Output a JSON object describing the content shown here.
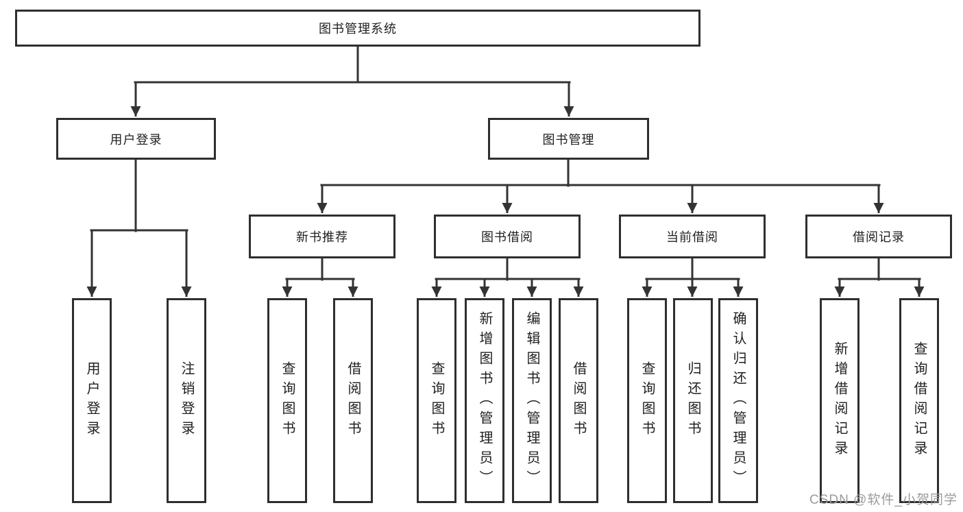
{
  "tree": {
    "label": "图书管理系统",
    "children": [
      {
        "label": "用户登录",
        "children": [
          {
            "label": "用户登录"
          },
          {
            "label": "注销登录"
          }
        ]
      },
      {
        "label": "图书管理",
        "children": [
          {
            "label": "新书推荐",
            "children": [
              {
                "label": "查询图书"
              },
              {
                "label": "借阅图书"
              }
            ]
          },
          {
            "label": "图书借阅",
            "children": [
              {
                "label": "查询图书"
              },
              {
                "label": "新增图书（管理员）"
              },
              {
                "label": "编辑图书（管理员）"
              },
              {
                "label": "借阅图书"
              }
            ]
          },
          {
            "label": "当前借阅",
            "children": [
              {
                "label": "查询图书"
              },
              {
                "label": "归还图书"
              },
              {
                "label": "确认归还（管理员）"
              }
            ]
          },
          {
            "label": "借阅记录",
            "children": [
              {
                "label": "新增借阅记录"
              },
              {
                "label": "查询借阅记录"
              }
            ]
          }
        ]
      }
    ]
  },
  "watermark": {
    "text": "CSDN @软件_小贺同学"
  },
  "colors": {
    "line": "#333333",
    "box_border": "#2e2e2e",
    "text": "#1f1f1f",
    "watermark": "#9b9b9b",
    "background": "#ffffff"
  }
}
